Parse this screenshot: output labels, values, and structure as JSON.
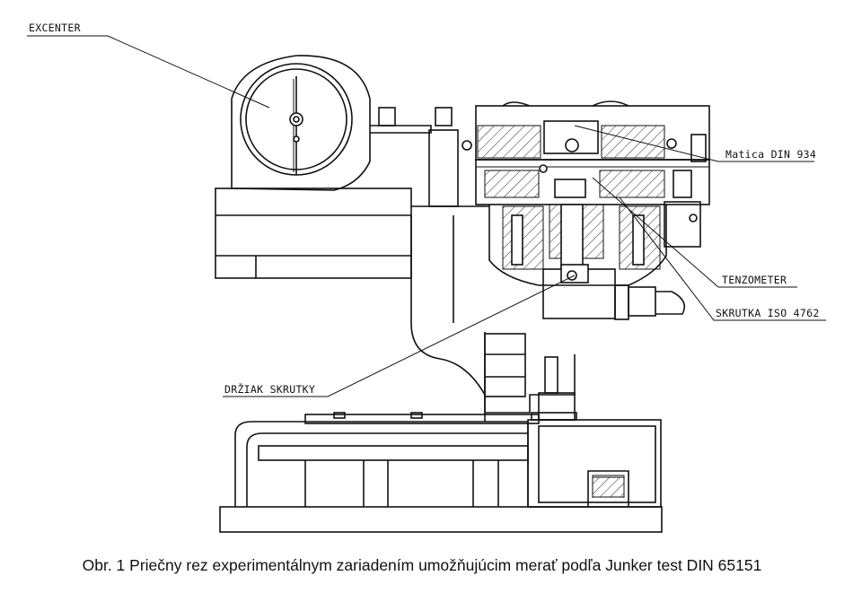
{
  "labels": {
    "excenter": "EXCENTER",
    "matica": "Matica DIN 934",
    "tenzometer": "TENZOMETER",
    "skrutka": "SKRUTKA ISO 4762",
    "drziak": "DRŽIAK SKRUTKY"
  },
  "caption": "Obr. 1 Priečny rez experimentálnym zariadením umožňujúcim merať podľa Junker test DIN 65151"
}
